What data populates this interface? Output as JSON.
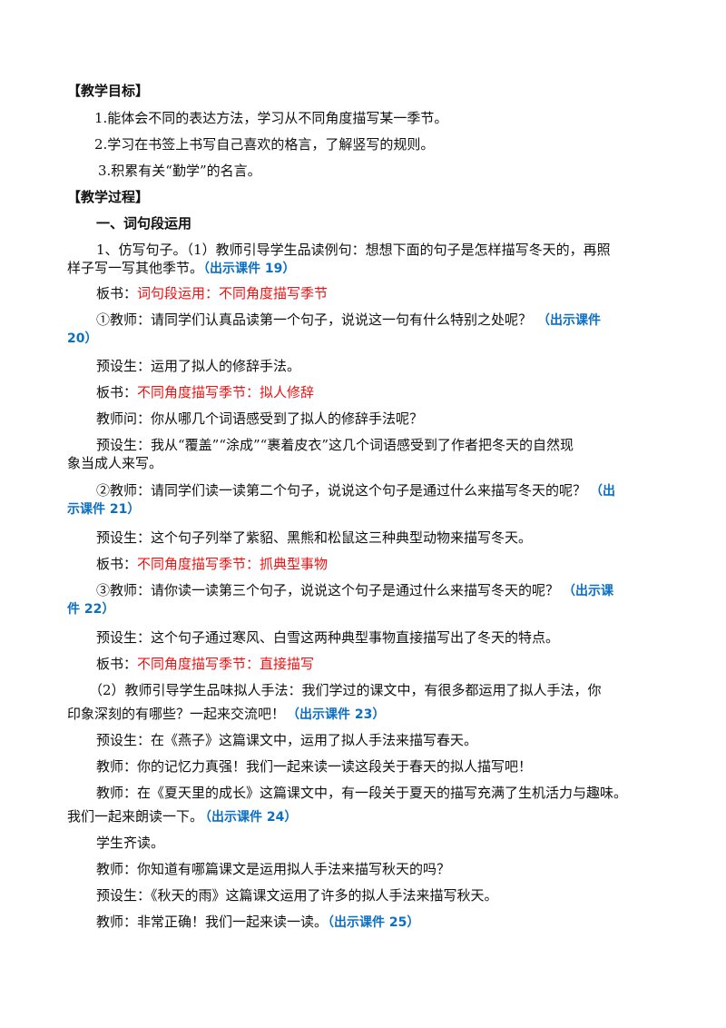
{
  "goals": {
    "heading": "【教学目标】",
    "items": [
      "1.能体会不同的表达方法，学习从不同角度描写某一季节。",
      "2.学习在书签上书写自己喜欢的格言，了解竖写的规则。",
      "3.积累有关“勤学”的名言。"
    ]
  },
  "process": {
    "heading": "【教学过程】",
    "section1": "一、词句段运用",
    "p1_text": "1、仿写句子。（1）教师引导学生品读例句：想想下面的句子是怎样描写冬天的，再照",
    "p1_cont": "样子写一写其他季节。",
    "p1_tag": "（出示课件 19）",
    "board1_label": "板书：",
    "board1_text": "词句段运用：不同角度描写季节",
    "q1_text": "①教师：请同学们认真品读第一个句子，说说这一句有什么特别之处呢？",
    "q1_tag_a": "（出示课件",
    "q1_tag_b": "20）",
    "a1": "预设生：运用了拟人的修辞手法。",
    "board2_label": "板书：",
    "board2_text": "不同角度描写季节：拟人修辞",
    "q2": "教师问：你从哪几个词语感受到了拟人的修辞手法呢？",
    "a2a": "预设生：我从“覆盖”“涂成”“裹着皮衣”这几个词语感受到了作者把冬天的自然现",
    "a2b": "象当成人来写。",
    "q3_text": "②教师：请同学们读一读第二个句子，说说这个句子是通过什么来描写冬天的呢？",
    "q3_tag_a": "（出",
    "q3_tag_b": "示课件 21）",
    "a3": "预设生：这个句子列举了紫貂、黑熊和松鼠这三种典型动物来描写冬天。",
    "board3_label": "板书：",
    "board3_text": "不同角度描写季节：抓典型事物",
    "q4_text": "③教师：请你读一读第三个句子，说说这个句子是通过什么来描写冬天的呢？",
    "q4_tag_a": "（出示课",
    "q4_tag_b": "件 22）",
    "a4": "预设生：这个句子通过寒风、白雪这两种典型事物直接描写出了冬天的特点。",
    "board4_label": "板书：",
    "board4_text": "不同角度描写季节：直接描写",
    "p2a": "（2）教师引导学生品味拟人手法：我们学过的课文中，有很多都运用了拟人手法，你",
    "p2b_text": "印象深刻的有哪些？一起来交流吧！",
    "p2b_tag": "（出示课件 23）",
    "a5": "预设生：在《燕子》这篇课文中，运用了拟人手法来描写春天。",
    "t1": "教师：你的记忆力真强！我们一起来读一读这段关于春天的拟人描写吧！",
    "t2a": "教师：在《夏天里的成长》这篇课文中，有一段关于夏天的描写充满了生机活力与趣味。",
    "t2b_text": "我们一起来朗读一下。",
    "t2b_tag": "（出示课件 24）",
    "s1": "学生齐读。",
    "t3": "教师：你知道有哪篇课文是运用拟人手法来描写秋天的吗？",
    "a6": "预设生：《秋天的雨》这篇课文运用了许多的拟人手法来描写秋天。",
    "t4_text": "教师：非常正确！我们一起来读一读。",
    "t4_tag": "（出示课件 25）"
  }
}
